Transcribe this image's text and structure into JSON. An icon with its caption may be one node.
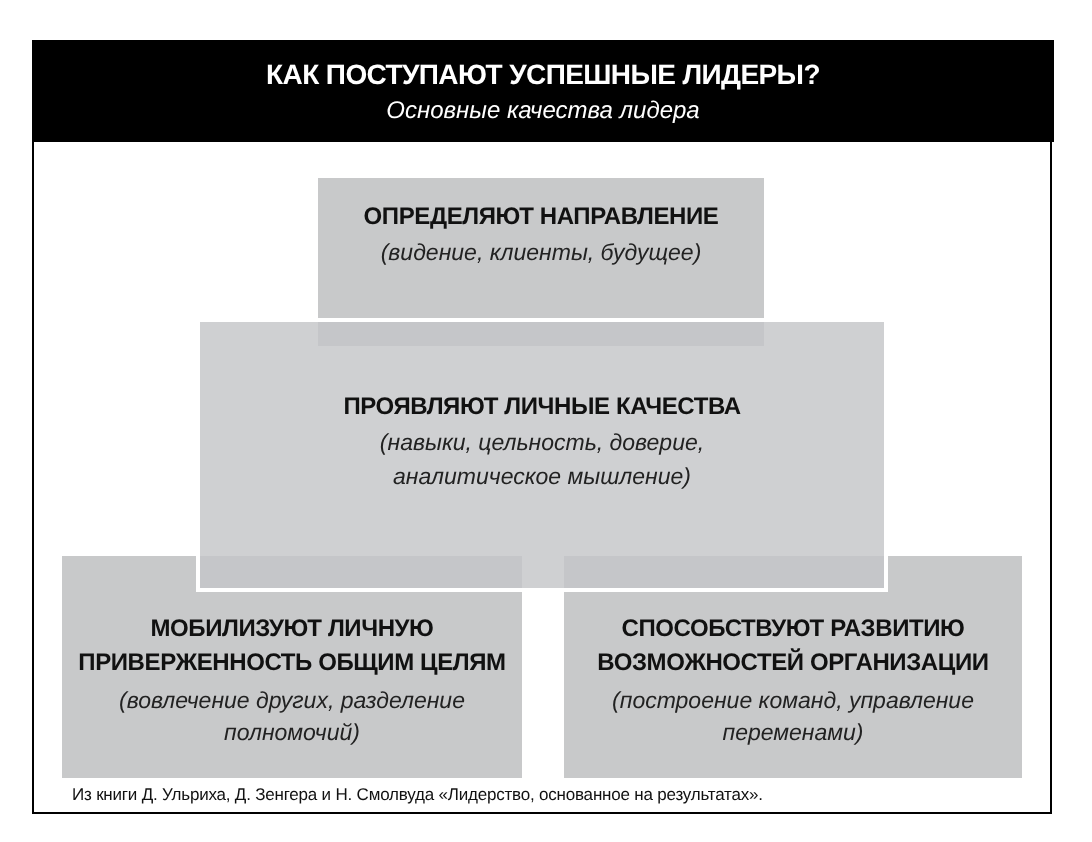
{
  "diagram": {
    "title": "КАК ПОСТУПАЮТ УСПЕШНЫЕ ЛИДЕРЫ?",
    "caption": "Из книги Д. Ульриха, Д. Зенгера и Н. Смолвуда «Лидерство, основанное на результатах».",
    "nodes": [
      {
        "text": [
          "ОПРЕДЕЛЯЮТ НАПРАВЛЕНИЕ",
          "(видение, клиенты, будущее)"
        ]
      },
      {
        "text": [
          "ПРОЯВЛЯЮТ ЛИЧНЫЕ КАЧЕСТВА",
          "(навыки, цельность, доверие, аналитическое мышление)"
        ]
      },
      {
        "text": [
          "МОБИЛИЗУЮТ ЛИЧНУЮ ПРИВЕРЖЕННОСТЬ ОБЩИМ ЦЕЛЯМ",
          "(вовлечение других, разделение полномочий)"
        ]
      },
      {
        "text": [
          "СПОСОБСТВУЮТ РАЗВИТИЮ ВОЗМОЖНОСТЕЙ ОРГАНИЗАЦИИ",
          "(построение команд, управление переменами)"
        ]
      }
    ],
    "labels": [
      "Основные качества лидера"
    ]
  }
}
